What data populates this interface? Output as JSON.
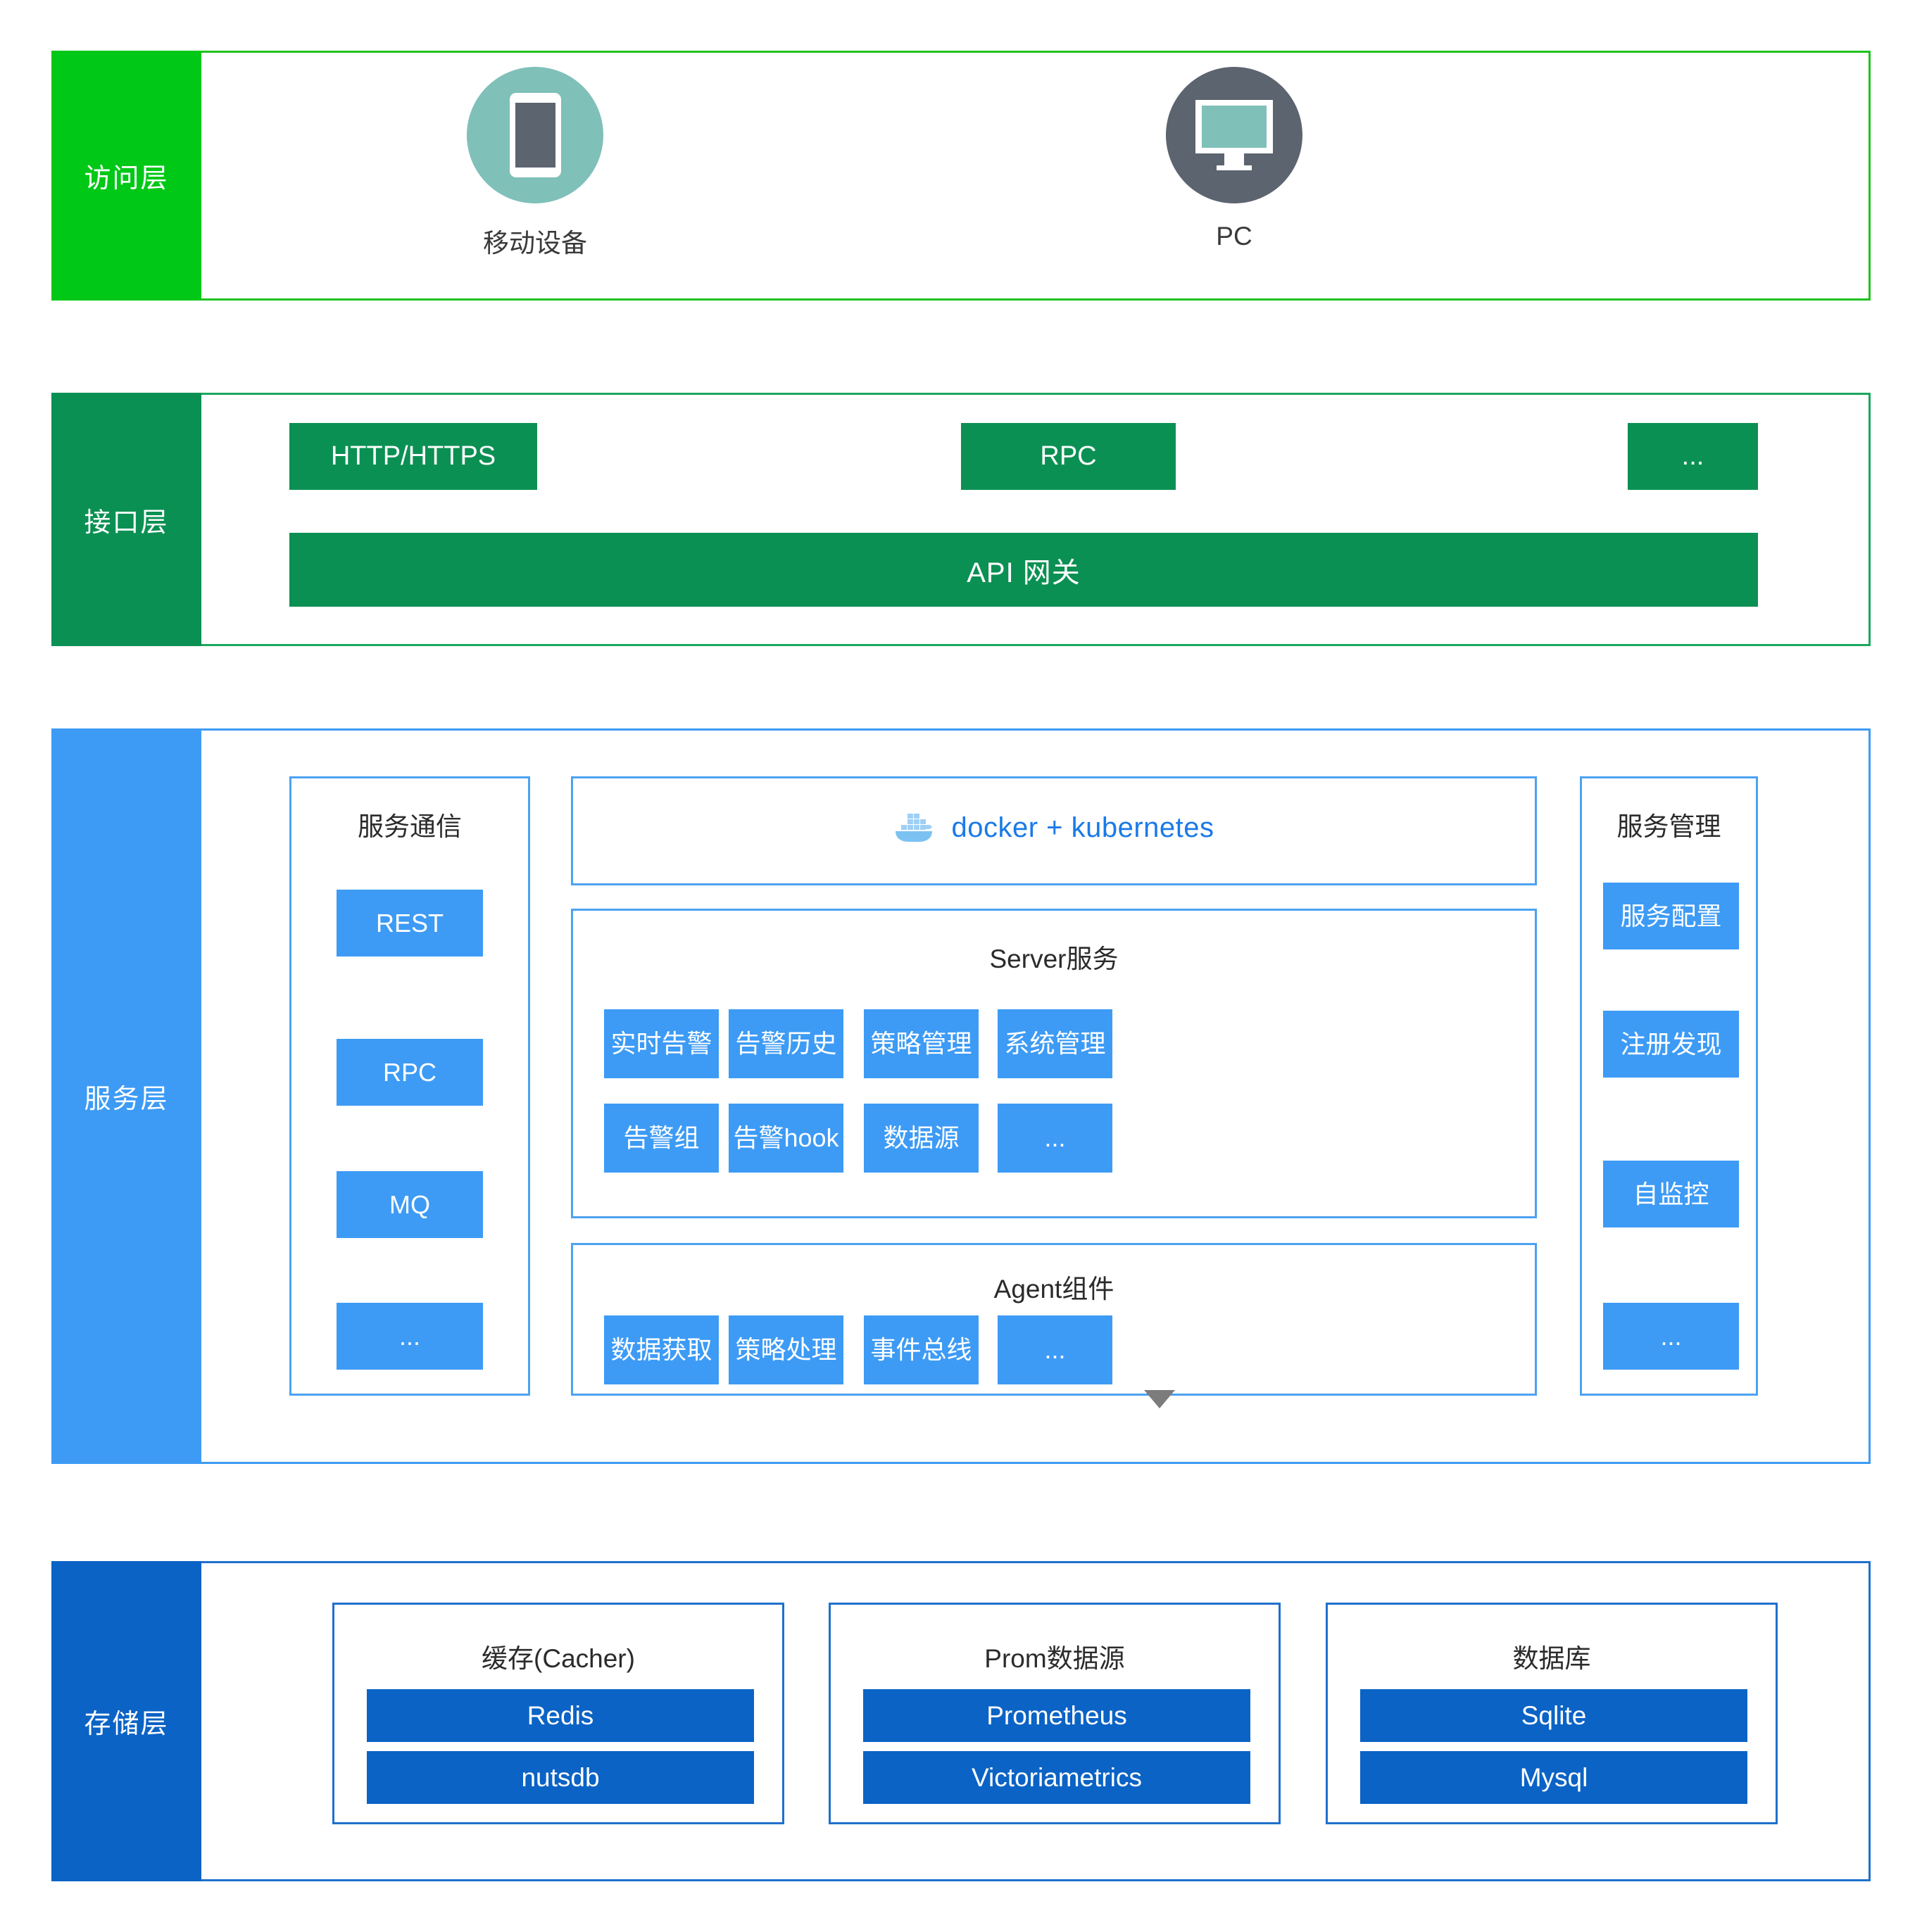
{
  "colors": {
    "access_accent": "#00c817",
    "interface_accent": "#0b9053",
    "service_accent": "#3d9bf5",
    "storage_accent": "#0b63c5",
    "mobile_icon_bg": "#7fc0b9",
    "pc_icon_bg": "#5c6470",
    "docker_text": "#1a7ae8"
  },
  "layers": {
    "access": {
      "tab_label": "访问层",
      "devices": [
        {
          "label": "移动设备",
          "icon": "tablet-icon"
        },
        {
          "label": "PC",
          "icon": "monitor-icon"
        }
      ]
    },
    "interface": {
      "tab_label": "接口层",
      "protocols": [
        {
          "label": "HTTP/HTTPS"
        },
        {
          "label": "RPC"
        },
        {
          "label": "..."
        }
      ],
      "gateway": {
        "label": "API 网关"
      }
    },
    "service": {
      "tab_label": "服务层",
      "communication": {
        "title": "服务通信",
        "items": [
          {
            "label": "REST"
          },
          {
            "label": "RPC"
          },
          {
            "label": "MQ"
          },
          {
            "label": "..."
          }
        ]
      },
      "platform": {
        "label": "docker + kubernetes",
        "icon": "docker-whale-icon"
      },
      "server": {
        "title": "Server服务",
        "items": [
          {
            "label": "实时告警"
          },
          {
            "label": "告警历史"
          },
          {
            "label": "策略管理"
          },
          {
            "label": "系统管理"
          },
          {
            "label": "告警组"
          },
          {
            "label": "告警hook"
          },
          {
            "label": "数据源"
          },
          {
            "label": "..."
          }
        ]
      },
      "agent": {
        "title": "Agent组件",
        "items": [
          {
            "label": "数据获取"
          },
          {
            "label": "策略处理"
          },
          {
            "label": "事件总线"
          },
          {
            "label": "..."
          }
        ]
      },
      "management": {
        "title": "服务管理",
        "items": [
          {
            "label": "服务配置"
          },
          {
            "label": "注册发现"
          },
          {
            "label": "自监控"
          },
          {
            "label": "..."
          }
        ]
      }
    },
    "storage": {
      "tab_label": "存储层",
      "panels": [
        {
          "title": "缓存(Cacher)",
          "items": [
            {
              "label": "Redis"
            },
            {
              "label": "nutsdb"
            }
          ]
        },
        {
          "title": "Prom数据源",
          "items": [
            {
              "label": "Prometheus"
            },
            {
              "label": "Victoriametrics"
            }
          ]
        },
        {
          "title": "数据库",
          "items": [
            {
              "label": "Sqlite"
            },
            {
              "label": "Mysql"
            }
          ]
        }
      ]
    }
  }
}
